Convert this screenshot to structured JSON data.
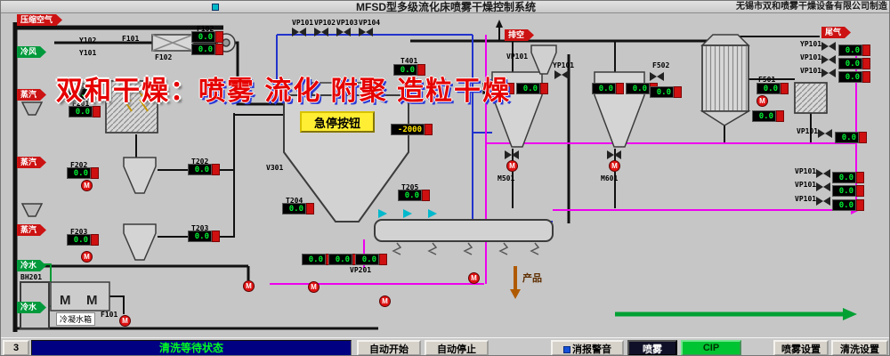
{
  "titlebar": {
    "title": "MFSD型多级流化床喷雾干燥控制系统",
    "manufacturer": "无锡市双和喷雾干燥设备有限公司制造"
  },
  "watermark": {
    "brand": "双和干燥：",
    "slogan": "喷雾 流化 附聚 造粒干燥"
  },
  "labels": {
    "estop": "急停按钮",
    "paikong": "排空",
    "weiqi": "尾气",
    "chanpin": "产品",
    "cold_tank": "冷凝水箱",
    "motor": "M"
  },
  "flows": [
    "压缩空气",
    "冷风",
    "蒸汽",
    "蒸汽",
    "蒸汽",
    "冷水",
    "冷水"
  ],
  "tags": [
    "F102",
    "VP101",
    "VP102",
    "VP103",
    "VP104",
    "T401",
    "Y102",
    "Y101",
    "F101",
    "F102",
    "T201",
    "F201",
    "T202",
    "F202",
    "T203",
    "F203",
    "T204",
    "T205",
    "V301",
    "M501",
    "M601",
    "VP101",
    "YP101",
    "F502",
    "F501",
    "VP201",
    "BH201",
    "F101",
    "YP101",
    "VP101",
    "VP101",
    "VP101",
    "VP101",
    "VP101",
    "VP101"
  ],
  "displays": [
    "0.0",
    "0.0",
    "0.0",
    "-2000",
    "0.0",
    "0.0",
    "0.0",
    "0.0",
    "0.0",
    "0.0",
    "0.0",
    "0.0",
    "0.0",
    "0.0",
    "0.0",
    "0.0",
    "0.0",
    "0.0",
    "0.0",
    "0.0",
    "0.0",
    "0.0",
    "0.0",
    "0.0",
    "0.0",
    "0.0",
    "0.0",
    "0.0",
    "0.0"
  ],
  "statusbar": {
    "page": "3",
    "status": "清洗等待状态",
    "auto_start": "自动开始",
    "auto_stop": "自动停止",
    "mute": "消报警音",
    "spray": "喷雾",
    "cip": "CIP",
    "spray_set": "喷雾设置",
    "clean_set": "清洗设置"
  }
}
